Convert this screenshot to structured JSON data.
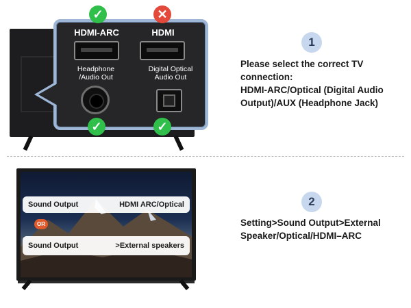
{
  "ports": {
    "hdmi_arc": "HDMI-ARC",
    "hdmi": "HDMI",
    "headphone": "Headphone\n/Audio Out",
    "optical": "Digital Optical\nAudio Out"
  },
  "marks": {
    "check": "✓",
    "cross": "✕"
  },
  "step1": {
    "number": "1",
    "lines": [
      "Please select the correct TV",
      "connection:",
      "HDMI-ARC/Optical (Digital Audio",
      "Output)/AUX (Headphone Jack)"
    ]
  },
  "step2": {
    "number": "2",
    "lines": [
      "Setting>Sound Output>External",
      "Speaker/Optical/HDMI–ARC"
    ]
  },
  "menu": {
    "row1_left": "Sound Output",
    "row1_right": "HDMI ARC/Optical",
    "or": "OR",
    "row2_left": "Sound Output",
    "row2_right": ">External speakers"
  },
  "colors": {
    "check_green": "#2fbf4a",
    "cross_red": "#e44a3c",
    "step_circle": "#c7d8ee",
    "or_badge": "#e05a2b"
  }
}
